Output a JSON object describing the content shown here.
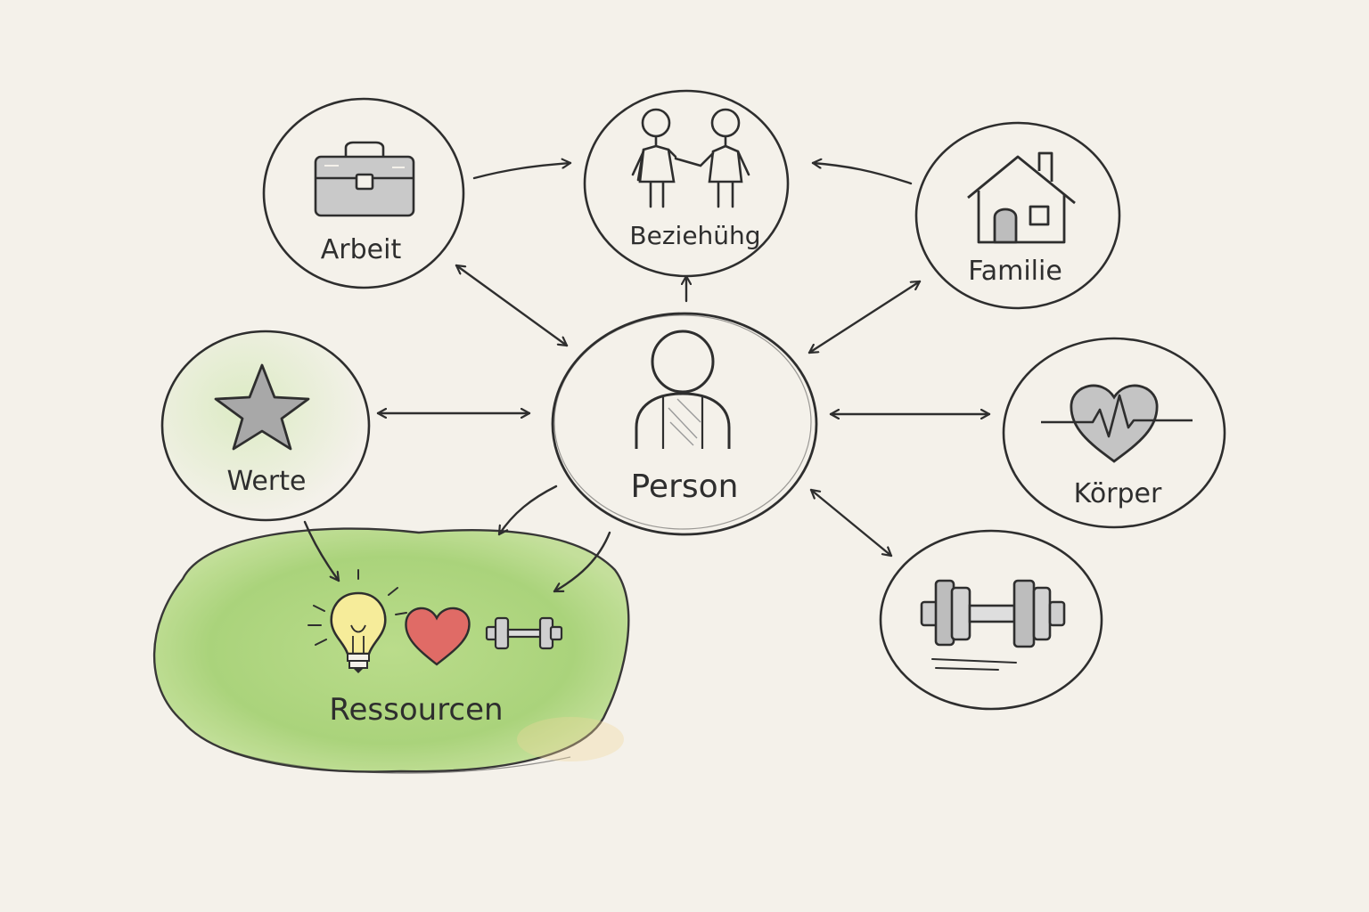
{
  "nodes": {
    "person": {
      "label": "Person",
      "icon": "person-icon"
    },
    "beziehung": {
      "label": "Beziehühg",
      "icon": "couple-icon"
    },
    "arbeit": {
      "label": "Arbeit",
      "icon": "briefcase-icon"
    },
    "familie": {
      "label": "Familie",
      "icon": "house-icon"
    },
    "werte": {
      "label": "Werte",
      "icon": "star-icon"
    },
    "koerper": {
      "label": "Körper",
      "icon": "heartbeat-icon"
    },
    "sport": {
      "label": "",
      "icon": "dumbbell-icon"
    },
    "ressourcen": {
      "label": "Ressourcen",
      "icons": [
        "lightbulb-icon",
        "heart-icon",
        "dumbbell-icon"
      ]
    }
  },
  "colors": {
    "ink": "#2e2e2e",
    "paper": "#f4f1ea",
    "ressourcen_fill": "#a9d47a",
    "heart": "#e06b66",
    "bulb": "#f6ec9a",
    "shade": "#9a9a9a"
  }
}
